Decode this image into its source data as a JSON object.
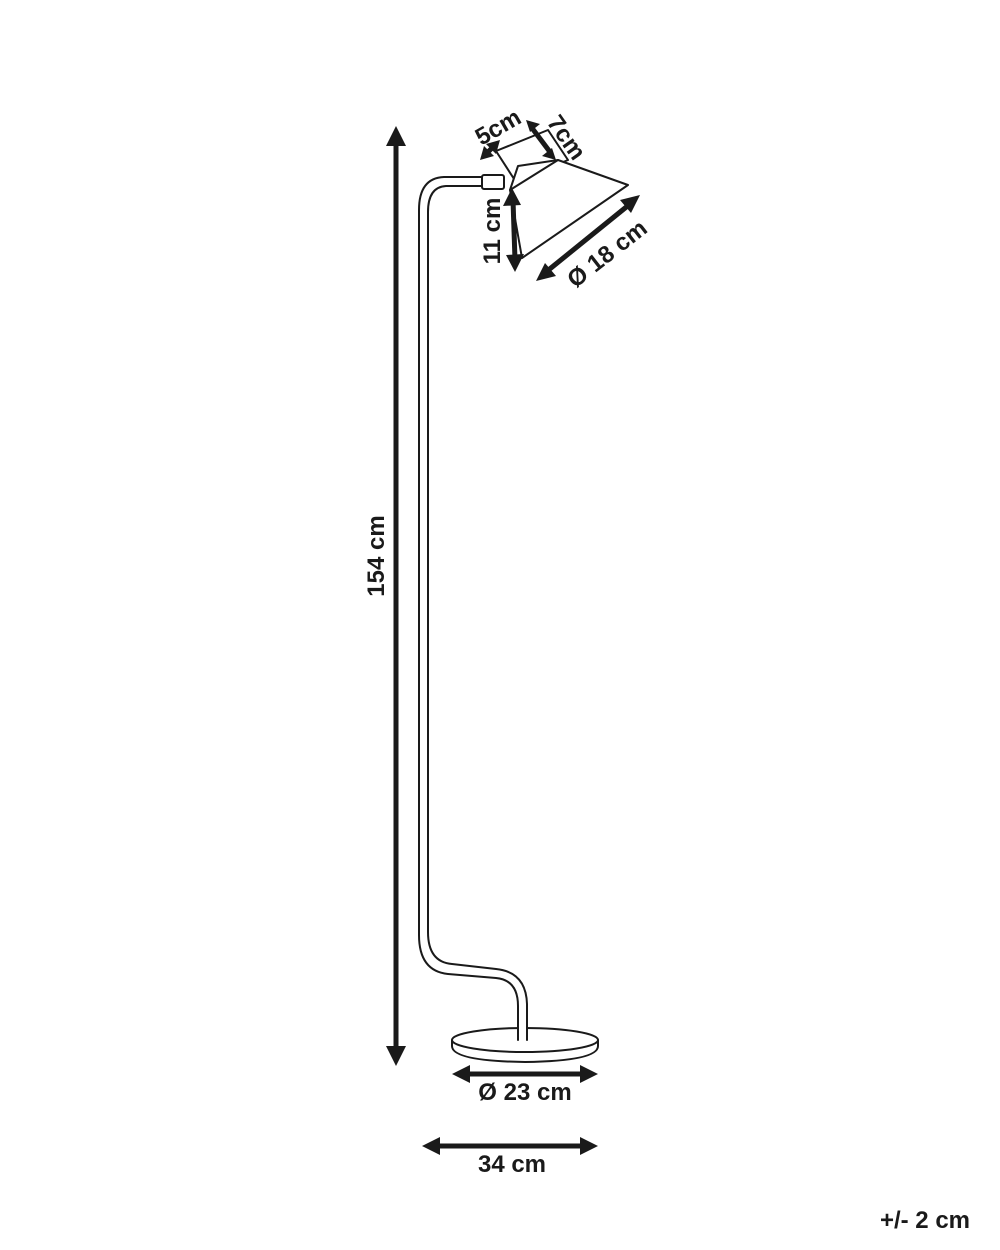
{
  "diagram": {
    "subject": "floor-lamp",
    "line_color": "#1a1a1a",
    "background": "#ffffff",
    "dimensions": {
      "height": "154 cm",
      "base_width": "34 cm",
      "base_diameter": "Ø 23 cm",
      "shade_diameter": "Ø 18 cm",
      "shade_height": "11 cm",
      "neck_top": "5cm",
      "neck_length": "7cm"
    },
    "tolerance": "+/- 2 cm"
  }
}
